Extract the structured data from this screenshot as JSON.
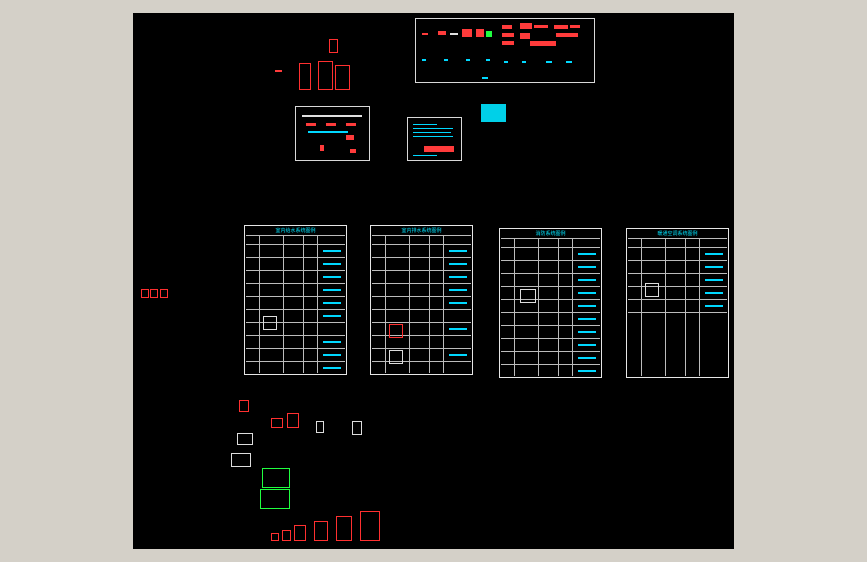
{
  "viewer": {
    "canvas_label": "CAD drawing preview",
    "background_color": "#000000",
    "border_color": "#d4d0c8"
  },
  "palette": {
    "cyan": "#00e5ff",
    "red": "#ff3030",
    "green": "#20ff40",
    "white": "#e0e0e0"
  },
  "sheets": {
    "table1_title": "室内给水系统图例",
    "table2_title": "室内排水系统图例",
    "table3_title": "消防系统图例",
    "table4_title": "暖通空调系统图例"
  },
  "icons": {
    "symbol": "cad-symbol-icon",
    "fitting": "pipe-fitting-icon",
    "valve": "valve-icon",
    "elbow": "pipe-elbow-icon"
  }
}
